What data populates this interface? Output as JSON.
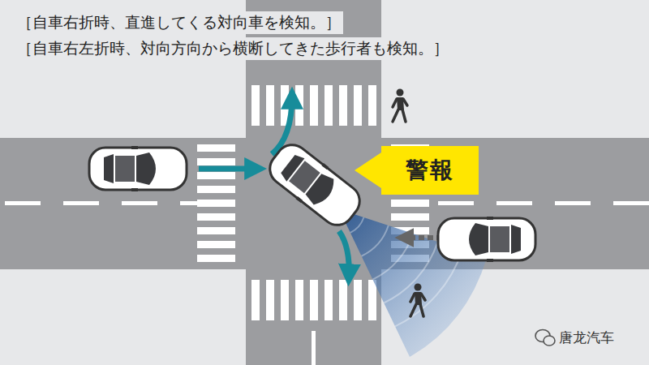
{
  "diagram": {
    "nodes": [
      {
        "text": [
          "警報"
        ]
      }
    ],
    "labels": [
      "［自車右折時、直進してくる対向車を検知。］",
      "［自車右左折時、対向方向から横断してきた歩行者も検知。］",
      "唐龙汽车"
    ]
  }
}
